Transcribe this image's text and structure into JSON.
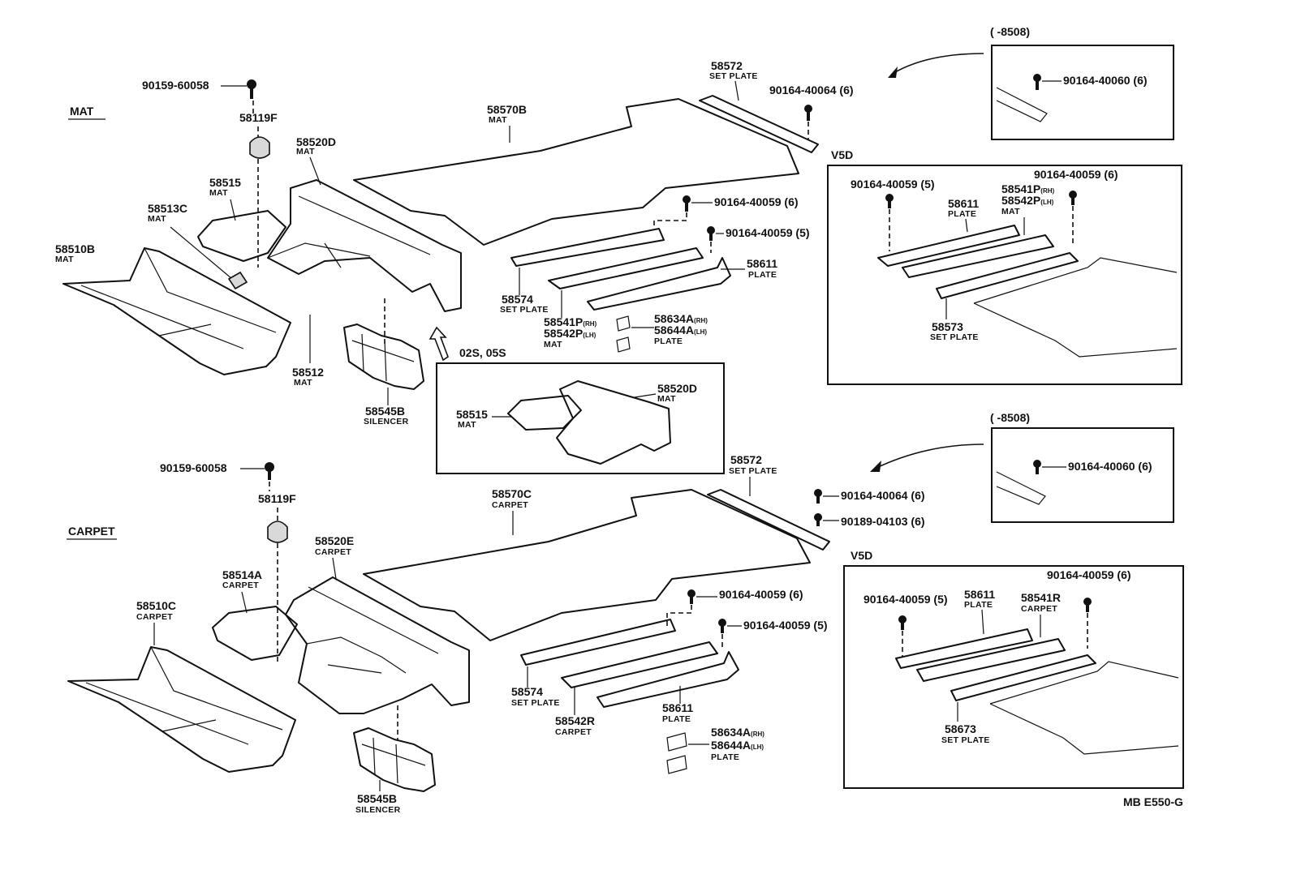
{
  "sections": {
    "mat": "MAT",
    "carpet": "CARPET",
    "v5d_top": "V5D",
    "v5d_bottom": "V5D",
    "note_top": "02S, 05S",
    "range_top": "(        -8508)",
    "range_bottom": "(        -8508)",
    "drawing_code": "MB E550-G"
  },
  "top_labels": {
    "p1": "90159-60058",
    "p2": "58119F",
    "p3": "58520D",
    "p3s": "MAT",
    "p4": "58515",
    "p4s": "MAT",
    "p5": "58513C",
    "p5s": "MAT",
    "p6": "58510B",
    "p6s": "MAT",
    "p7": "58512",
    "p7s": "MAT",
    "p8": "58545B",
    "p8s": "SILENCER",
    "p9": "58570B",
    "p9s": "MAT",
    "p10": "58572",
    "p10s": "SET PLATE",
    "p11": "90164-40064 (6)",
    "p12": "90164-40059 (6)",
    "p13": "90164-40059 (5)",
    "p14": "58611",
    "p14s": "PLATE",
    "p15": "58574",
    "p15s": "SET PLATE",
    "p16a": "58541P",
    "p16ar": "(RH)",
    "p16b": "58542P",
    "p16bl": "(LH)",
    "p16s": "MAT",
    "p17a": "58634A",
    "p17ar": "(RH)",
    "p17b": "58644A",
    "p17bl": "(LH)",
    "p17s": "PLATE",
    "inset_a": "58520D",
    "inset_as": "MAT",
    "inset_b": "58515",
    "inset_bs": "MAT",
    "r1": "90164-40060 (6)",
    "v1": "90164-40059 (5)",
    "v2": "90164-40059 (6)",
    "v3": "58611",
    "v3s": "PLATE",
    "v4a": "58541P",
    "v4ar": "(RH)",
    "v4b": "58542P",
    "v4bl": "(LH)",
    "v4s": "MAT",
    "v5": "58573",
    "v5s": "SET PLATE"
  },
  "bottom_labels": {
    "p1": "90159-60058",
    "p2": "58119F",
    "p3": "58520E",
    "p3s": "CARPET",
    "p4": "58514A",
    "p4s": "CARPET",
    "p5": "58510C",
    "p5s": "CARPET",
    "p8": "58545B",
    "p8s": "SILENCER",
    "p9": "58570C",
    "p9s": "CARPET",
    "p10": "58572",
    "p10s": "SET PLATE",
    "p11": "90164-40064 (6)",
    "p11b": "90189-04103 (6)",
    "p12": "90164-40059 (6)",
    "p13": "90164-40059 (5)",
    "p14": "58611",
    "p14s": "PLATE",
    "p15": "58574",
    "p15s": "SET PLATE",
    "p16": "58542R",
    "p16s": "CARPET",
    "p17a": "58634A",
    "p17ar": "(RH)",
    "p17b": "58644A",
    "p17bl": "(LH)",
    "p17s": "PLATE",
    "r1": "90164-40060 (6)",
    "v1": "90164-40059 (5)",
    "v2": "90164-40059 (6)",
    "v3": "58611",
    "v3s": "PLATE",
    "v4": "58541R",
    "v4s": "CARPET",
    "v5": "58673",
    "v5s": "SET PLATE"
  },
  "icons": [
    "bolt-icon",
    "clip-icon",
    "curved-arrow-icon",
    "up-arrow-icon"
  ]
}
